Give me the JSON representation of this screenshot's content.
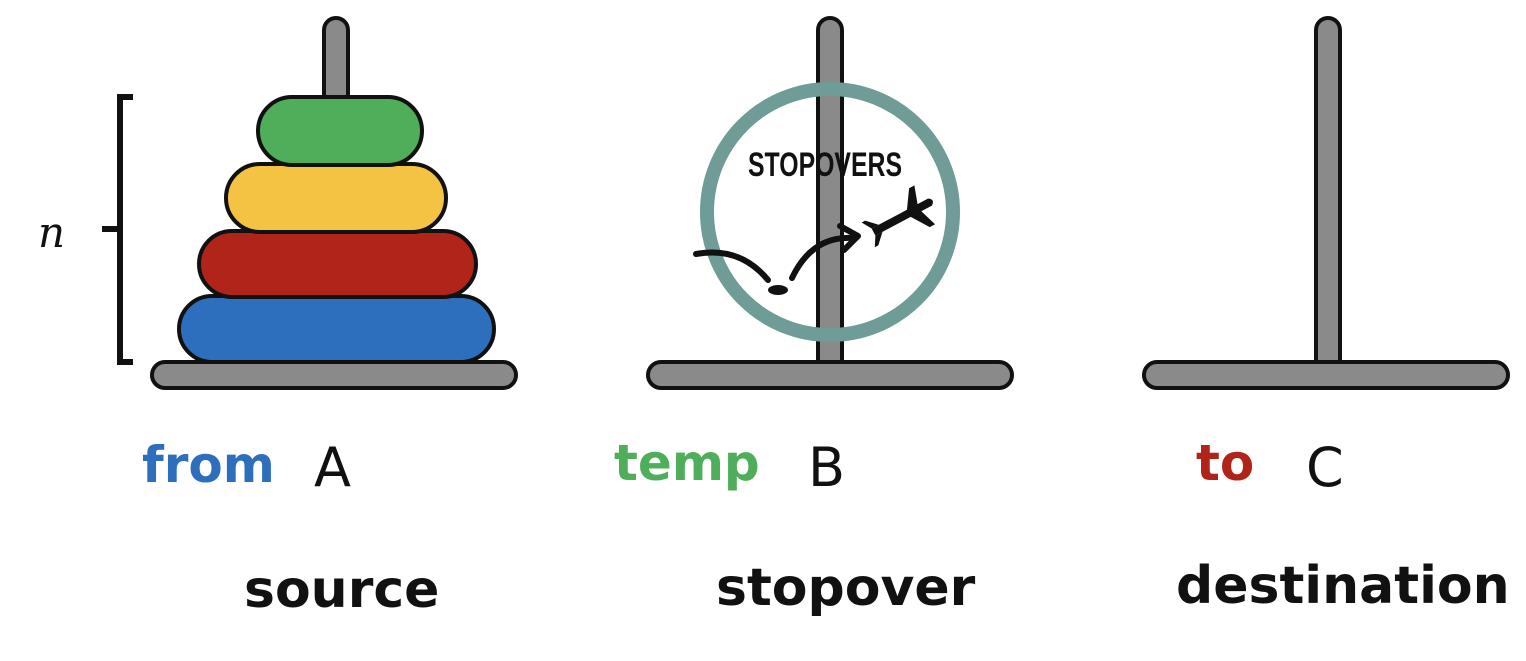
{
  "colors": {
    "pole": "#8a8a8a",
    "outline": "#111111",
    "disk_top": "#4fae5a",
    "disk_2": "#f5c343",
    "disk_3": "#b12419",
    "disk_bottom": "#2d6fbd",
    "from": "#2d6fbd",
    "temp": "#4fae5a",
    "to": "#b12419",
    "badge_ring": "#6f9c97"
  },
  "stack_label": "n",
  "pegs": [
    {
      "var": "from",
      "letter": "A",
      "role": "source"
    },
    {
      "var": "temp",
      "letter": "B",
      "role": "stopover"
    },
    {
      "var": "to",
      "letter": "C",
      "role": "destination"
    }
  ],
  "disks_on_source": 4,
  "badge": {
    "text": "STOPOVERS",
    "icon": "airplane-icon"
  }
}
